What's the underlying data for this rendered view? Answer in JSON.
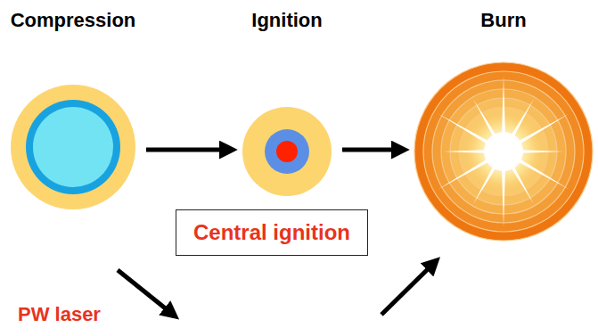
{
  "diagram": {
    "nodes": [
      {
        "text": [
          "Compression"
        ]
      },
      {
        "text": [
          "Ignition"
        ]
      },
      {
        "text": [
          "Burn"
        ]
      },
      {
        "text": [
          "Central ignition"
        ]
      }
    ],
    "edges": [
      {
        "from": 0,
        "to": 1,
        "arrow": "to"
      },
      {
        "from": 1,
        "to": 2,
        "arrow": "to"
      }
    ],
    "labels": [
      "PW laser"
    ]
  }
}
